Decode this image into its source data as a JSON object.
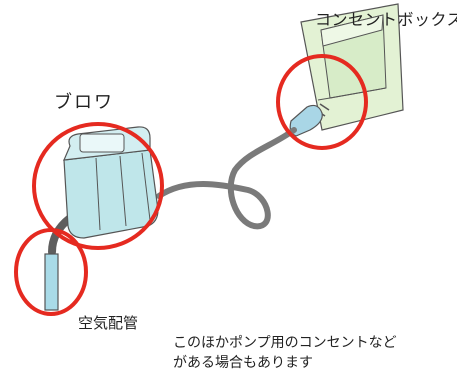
{
  "labels": {
    "outlet_box": "コンセントボックス",
    "blower": "ブロワ",
    "air_pipe": "空気配管"
  },
  "note": {
    "line1": "このほかポンプ用のコンセントなど",
    "line2": "がある場合もあります"
  },
  "colors": {
    "highlight_circle": "#e52a20",
    "blower_body": "#bfe6ea",
    "outlet_box": "#e3f2d4",
    "cable": "#7a7a7a",
    "outline": "#555555",
    "plug": "#a9d6e6",
    "pipe": "#a9dbe8"
  }
}
